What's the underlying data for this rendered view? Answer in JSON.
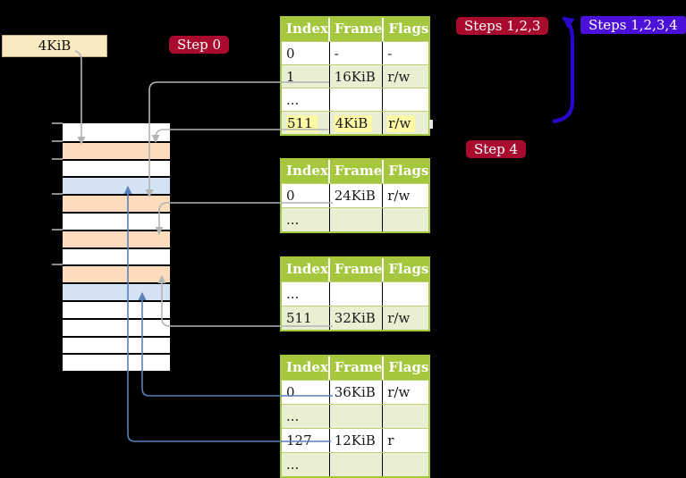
{
  "colors": {
    "background": "#000000",
    "frame_label_bg": "#faeac2",
    "frame_label_border": "#bfae7e",
    "badge_red": "#a80b2d",
    "badge_blue": "#4b10d9",
    "badge_text": "#ffffff",
    "table_header_bg": "#a4c73e",
    "table_border": "#a4c73e",
    "table_row_shaded": "#e9efd2",
    "table_row_plain": "#ffffff",
    "table_row_divider": "#bcd077",
    "table_col_divider": "#000000",
    "cell_text": "#1a1a1a",
    "highlight_yellow": "#fdf9a4",
    "mem_white": "#ffffff",
    "mem_peach": "#fcdcbc",
    "mem_blue": "#d4e3f3",
    "connector_gray": "#b4b4b4",
    "connector_blue": "#5b80ba",
    "cycle_arrow_blue": "#2b06cf",
    "tick_gray": "#8a8a8a"
  },
  "labels": {
    "frame_size": "4KiB",
    "step0": "Step 0",
    "steps123": "Steps 1,2,3",
    "steps1234": "Steps 1,2,3,4",
    "step4": "Step 4"
  },
  "memory": {
    "rows": [
      "white",
      "peach",
      "white",
      "blue",
      "peach",
      "white",
      "peach",
      "white",
      "peach",
      "blue",
      "white",
      "white",
      "white",
      "white"
    ],
    "tick_rows": [
      0,
      1,
      2,
      4,
      6,
      8
    ]
  },
  "tables": [
    {
      "id": "page-table-1",
      "headers": [
        "Index",
        "Frame",
        "Flags"
      ],
      "rows": [
        [
          "0",
          "-",
          "-"
        ],
        [
          "1",
          "16KiB",
          "r/w"
        ],
        [
          "...",
          "",
          ""
        ],
        [
          "511",
          "4KiB",
          "r/w"
        ]
      ],
      "highlight_row": 3
    },
    {
      "id": "page-table-2",
      "headers": [
        "Index",
        "Frame",
        "Flags"
      ],
      "rows": [
        [
          "0",
          "24KiB",
          "r/w"
        ],
        [
          "...",
          "",
          ""
        ]
      ],
      "highlight_row": null
    },
    {
      "id": "page-table-3",
      "headers": [
        "Index",
        "Frame",
        "Flags"
      ],
      "rows": [
        [
          "...",
          "",
          ""
        ],
        [
          "511",
          "32KiB",
          "r/w"
        ]
      ],
      "highlight_row": null
    },
    {
      "id": "page-table-4",
      "headers": [
        "Index",
        "Frame",
        "Flags"
      ],
      "rows": [
        [
          "0",
          "36KiB",
          "r/w"
        ],
        [
          "...",
          "",
          ""
        ],
        [
          "127",
          "12KiB",
          "r"
        ],
        [
          "...",
          "",
          ""
        ]
      ],
      "highlight_row": null
    }
  ]
}
